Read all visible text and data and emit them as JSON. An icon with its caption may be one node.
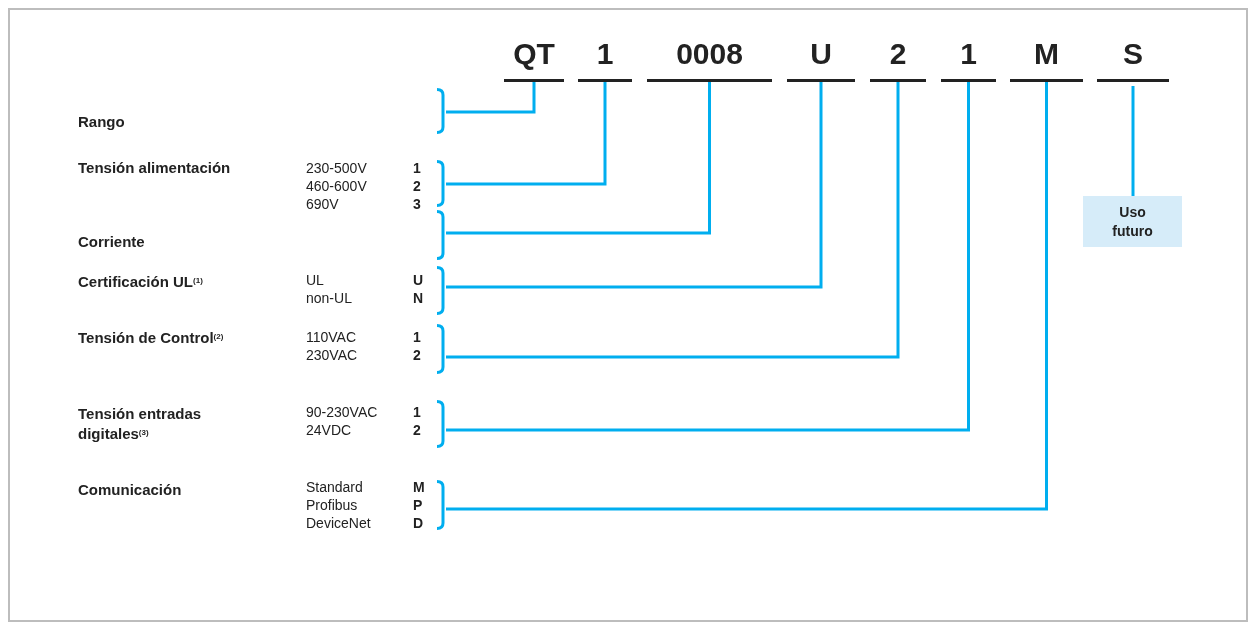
{
  "diagram": {
    "nodes": [
      {
        "text": [
          "QT"
        ]
      },
      {
        "text": [
          "1"
        ]
      },
      {
        "text": [
          "0008"
        ]
      },
      {
        "text": [
          "U"
        ]
      },
      {
        "text": [
          "2"
        ]
      },
      {
        "text": [
          "1"
        ]
      },
      {
        "text": [
          "M"
        ]
      },
      {
        "text": [
          "S"
        ]
      },
      {
        "text": [
          "Rango"
        ]
      },
      {
        "text": [
          "Tensión alimentación",
          "230-500V",
          "1",
          "460-600V",
          "2",
          "690V",
          "3"
        ]
      },
      {
        "text": [
          "Corriente"
        ]
      },
      {
        "text": [
          "Certificación UL$^{(1)}$",
          "UL",
          "U",
          "non-UL",
          "N"
        ]
      },
      {
        "text": [
          "Tensión de Control$^{(2)}$",
          "110VAC",
          "1",
          "230VAC",
          "2"
        ]
      },
      {
        "text": [
          "Tensión entradas digitales$^{(3)}$",
          "90-230VAC",
          "1",
          "24VDC",
          "2"
        ]
      },
      {
        "text": [
          "Comunicación",
          "Standard",
          "M",
          "Profibus",
          "P",
          "DeviceNet",
          "D"
        ]
      },
      {
        "text": [
          "Uso futuro"
        ]
      }
    ],
    "edges": [
      {
        "from": 8,
        "to": 0,
        "arrow": "none"
      },
      {
        "from": 9,
        "to": 1,
        "arrow": "none"
      },
      {
        "from": 10,
        "to": 2,
        "arrow": "none"
      },
      {
        "from": 11,
        "to": 3,
        "arrow": "none"
      },
      {
        "from": 12,
        "to": 4,
        "arrow": "none"
      },
      {
        "from": 13,
        "to": 5,
        "arrow": "none"
      },
      {
        "from": 14,
        "to": 6,
        "arrow": "none"
      },
      {
        "from": 7,
        "to": 15,
        "arrow": "none"
      }
    ]
  }
}
